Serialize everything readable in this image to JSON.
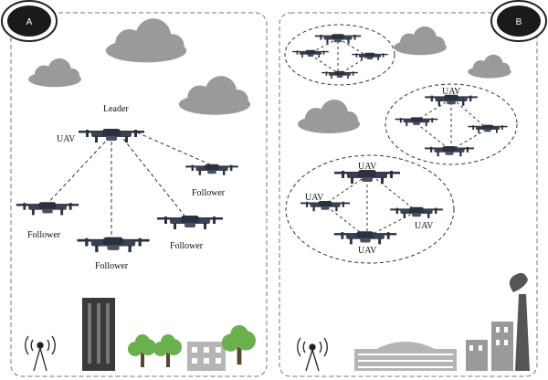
{
  "panel_a": {
    "badge": "A",
    "leader_label": "Leader",
    "leader_uav_label": "UAV",
    "followers": [
      {
        "label": "Follower"
      },
      {
        "label": "Follower"
      },
      {
        "label": "Follower"
      },
      {
        "label": "Follower"
      }
    ]
  },
  "panel_b": {
    "badge": "B",
    "cluster_1": {
      "labels": []
    },
    "cluster_2": {
      "labels": [
        "UAV"
      ]
    },
    "cluster_3": {
      "labels": [
        "UAV",
        "UAV",
        "UAV",
        "UAV"
      ]
    }
  },
  "colors": {
    "drone": "#2b3140",
    "cloud": "#9a9a9a",
    "tree": "#6ab04c",
    "building_dark": "#3a3a3a",
    "building_gray": "#9a9a9a",
    "border": "#777777"
  }
}
